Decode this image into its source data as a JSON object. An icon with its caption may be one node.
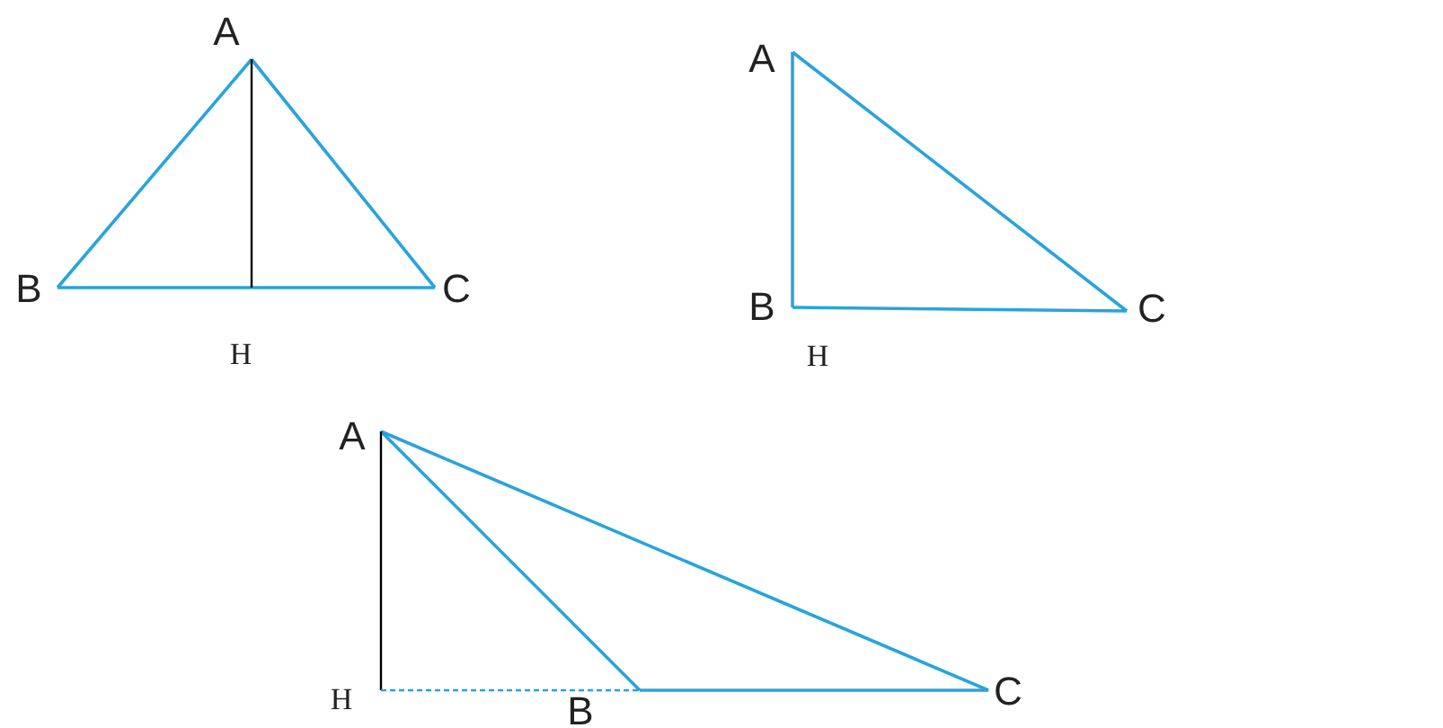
{
  "diagram": {
    "labels": [
      "A",
      "B",
      "C",
      "H",
      "A",
      "B",
      "C",
      "H",
      "A",
      "H",
      "B",
      "C"
    ]
  }
}
